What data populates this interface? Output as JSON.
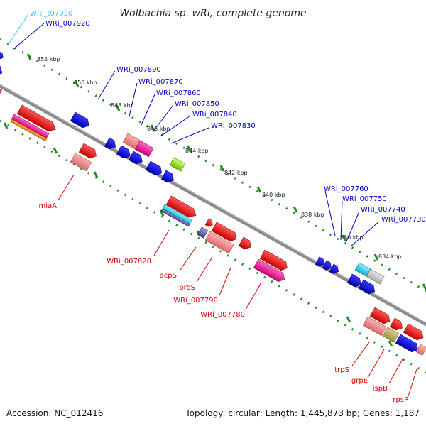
{
  "title": "Wolbachia sp. wRi, complete genome",
  "footer": {
    "accession": "Accession: NC_012416",
    "summary": "Topology: circular; Length: 1,445,873 bp; Genes: 1,187"
  },
  "colors": {
    "backbone": "#8c8c8c",
    "tick": "#228b22",
    "label_top": "#0000cc",
    "label_trna": "#33ccff",
    "label_bottom": "#dd0000"
  },
  "ticks": [
    "852 kbp",
    "850 kbp",
    "848 kbp",
    "846 kbp",
    "844 kbp",
    "842 kbp",
    "840 kbp",
    "838 kbp",
    "836 kbp",
    "834 kbp"
  ],
  "labels_top": [
    "WRi_t07930",
    "WRi_007920",
    "WRi_007890",
    "WRi_007870",
    "WRi_007860",
    "WRi_007850",
    "WRi_007840",
    "WRi_007830",
    "WRi_007760",
    "WRi_007750",
    "WRi_007740",
    "WRi_007730"
  ],
  "labels_bottom": [
    "miaA",
    "WRi_007820",
    "acpS",
    "proS",
    "WRi_007790",
    "WRi_007780",
    "trpS",
    "grpE",
    "ispB",
    "rpsP"
  ]
}
